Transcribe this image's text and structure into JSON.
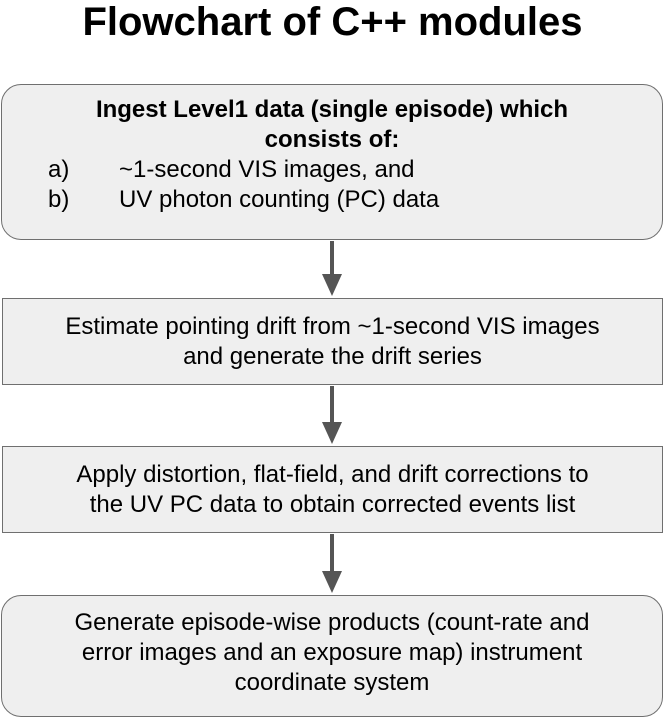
{
  "title": "Flowchart of C++ modules",
  "box1": {
    "heading_line1": "Ingest Level1 data (single episode) which",
    "heading_line2": "consists of:",
    "items": [
      {
        "marker": "a)",
        "text": "~1-second VIS images, and"
      },
      {
        "marker": "b)",
        "text": "UV photon counting (PC) data"
      }
    ]
  },
  "box2": {
    "line1": "Estimate pointing drift from ~1-second VIS images",
    "line2": "and generate the drift series"
  },
  "box3": {
    "line1": "Apply distortion, flat-field, and drift corrections to",
    "line2": "the UV PC data to obtain corrected events list"
  },
  "box4": {
    "line1": "Generate episode-wise products (count-rate and",
    "line2": "error images and an exposure map) instrument",
    "line3": "coordinate system"
  },
  "colors": {
    "box_fill": "#efefef",
    "box_border": "#6f6f6f",
    "arrow": "#555555"
  }
}
